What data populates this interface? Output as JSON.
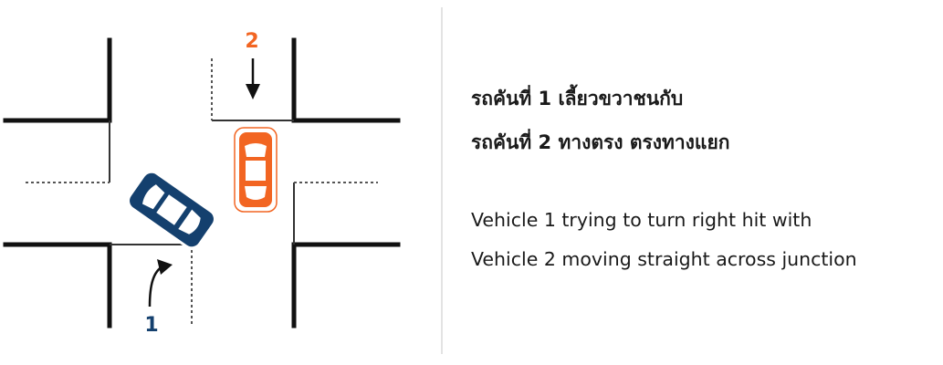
{
  "diagram": {
    "vehicle1": {
      "number": "1",
      "color": "#14406e"
    },
    "vehicle2": {
      "number": "2",
      "color": "#f26522"
    },
    "road_color": "#111111"
  },
  "caption": {
    "thai_line1": "รถคันที่ 1 เลี้ยวขวาชนกับ",
    "thai_line2": "รถคันที่ 2 ทางตรง ตรงทางแยก",
    "english_line1": "Vehicle 1 trying to turn right hit with",
    "english_line2": "Vehicle 2 moving straight across junction"
  }
}
